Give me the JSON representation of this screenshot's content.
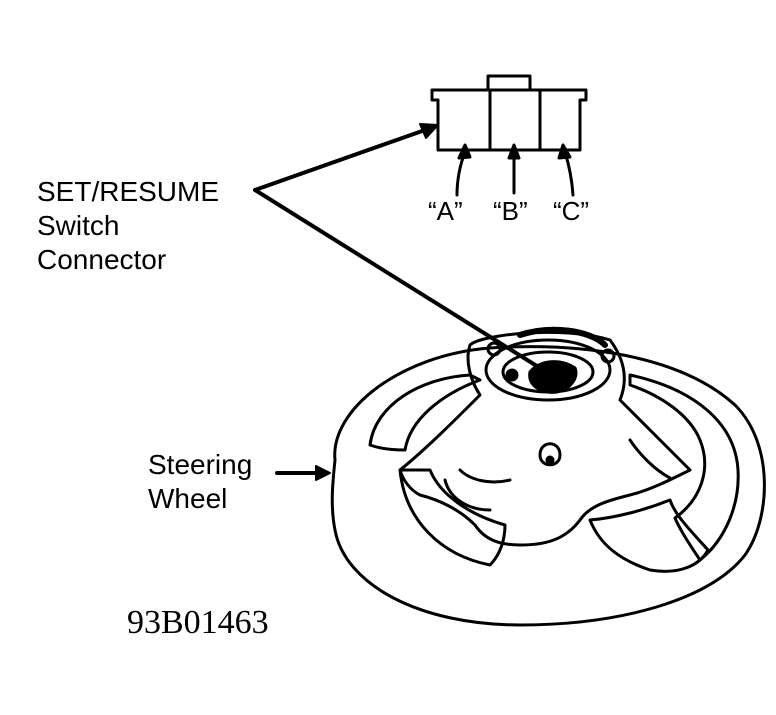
{
  "labels": {
    "connector": [
      "SET/RESUME",
      "Switch",
      "Connector"
    ],
    "pins": [
      "“A”",
      "“B”",
      "“C”"
    ],
    "steering_wheel": [
      "Steering",
      "Wheel"
    ]
  },
  "figure_id": "93B01463",
  "colors": {
    "ink": "#000000",
    "paper": "#ffffff"
  }
}
